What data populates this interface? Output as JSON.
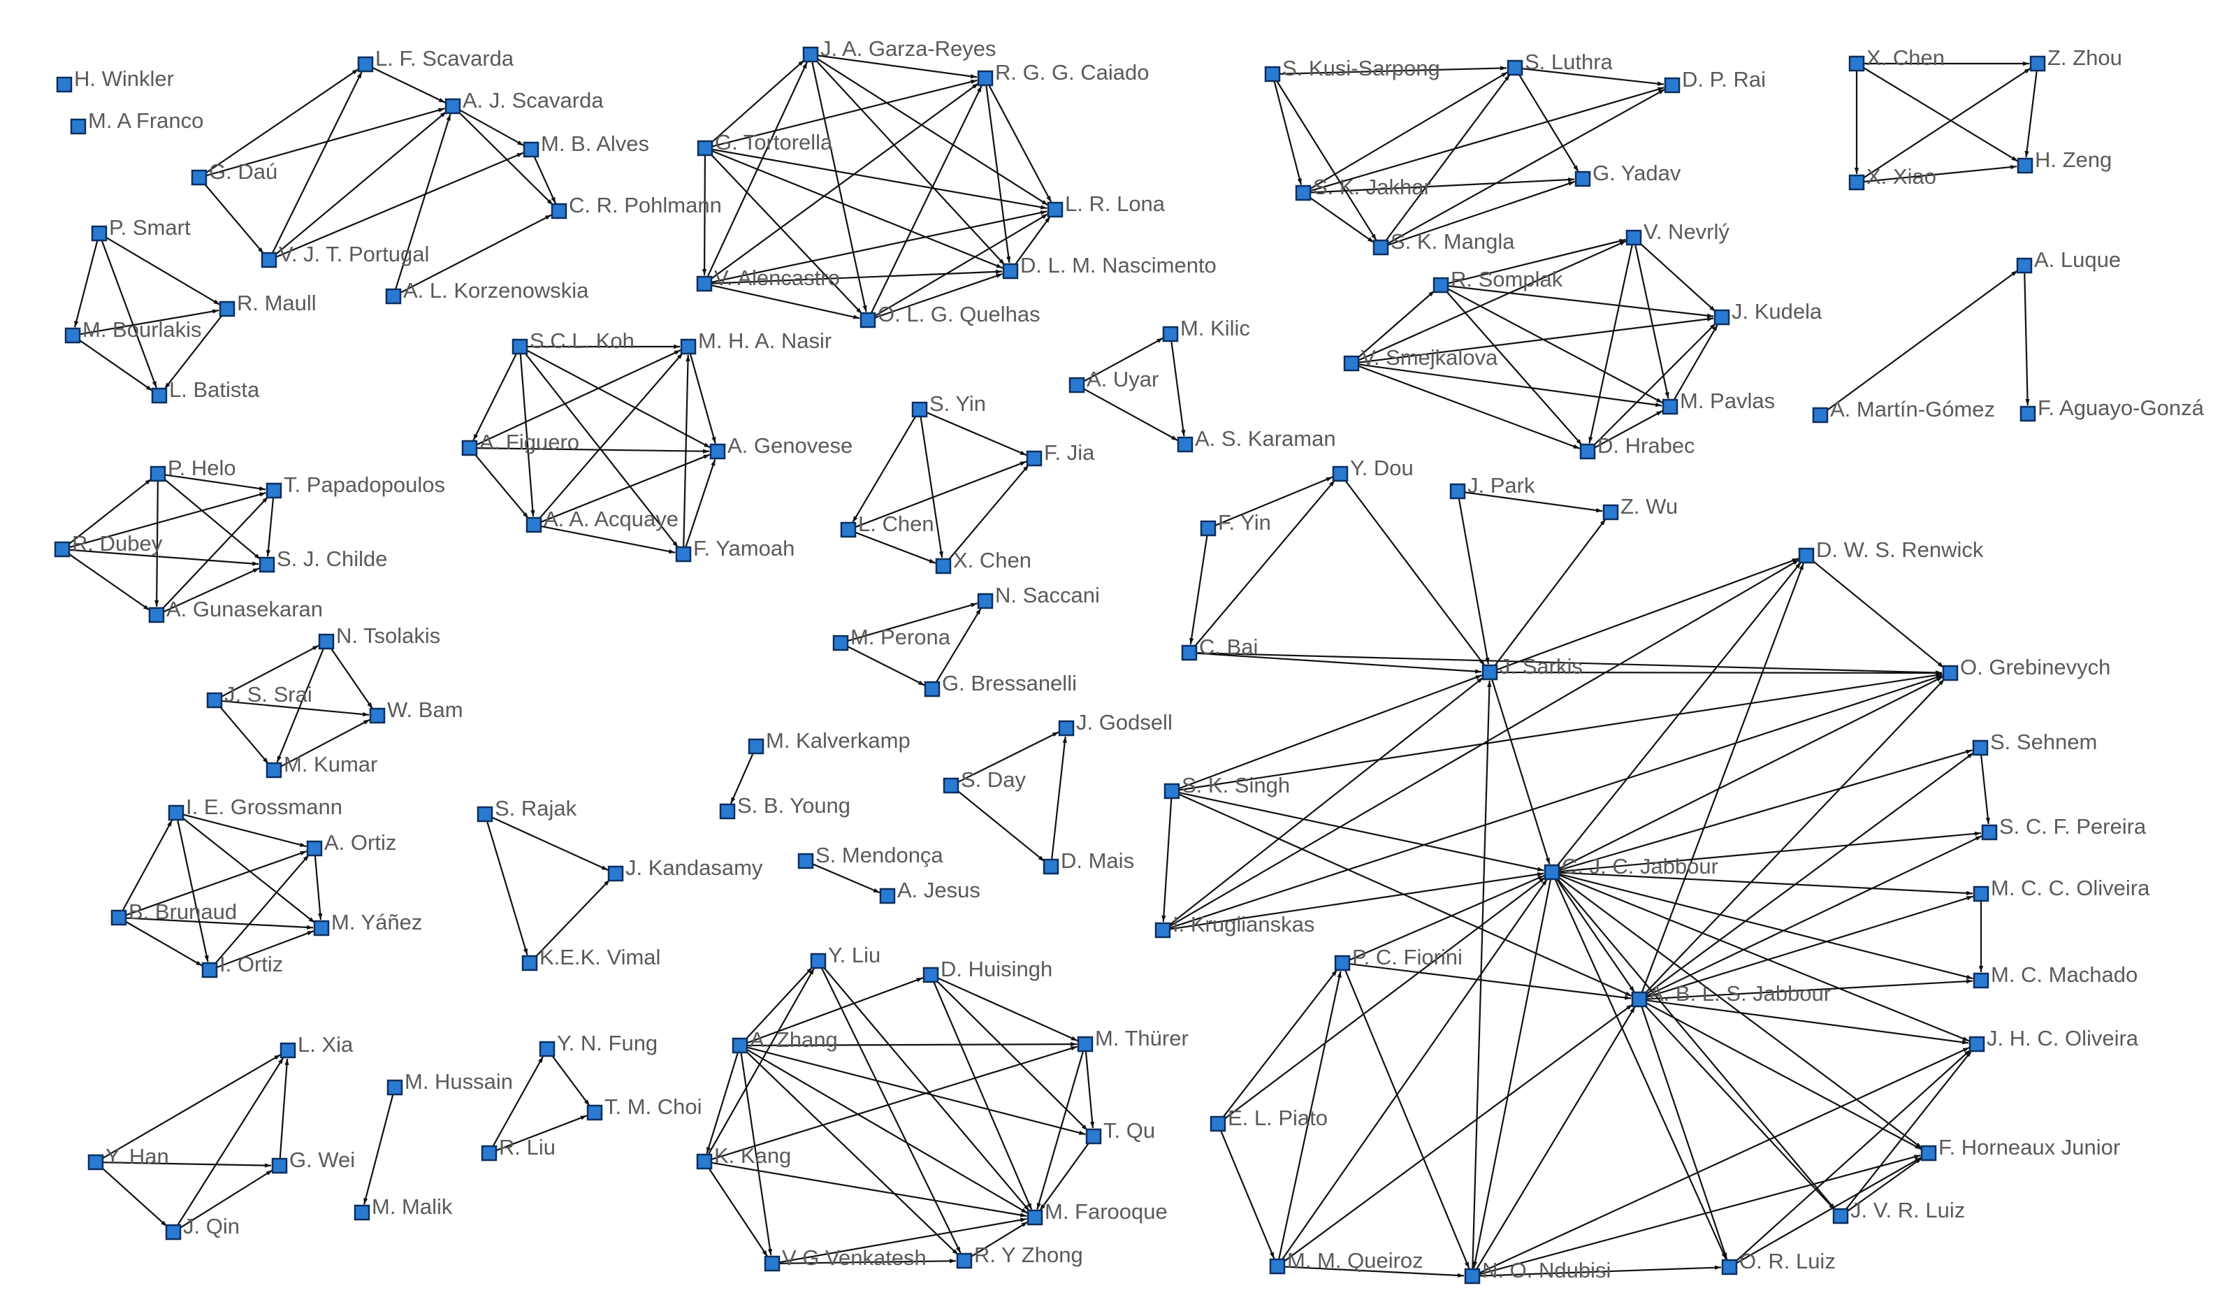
{
  "diagram": {
    "type": "co-authorship network",
    "node_color": "#2a7ad2",
    "edge_color": "#111111",
    "label_color": "#5a5a5a"
  },
  "nodes": [
    {
      "id": "hwinkler",
      "label": "H. Winkler"
    },
    {
      "id": "mfranco",
      "label": "M. A Franco"
    },
    {
      "id": "lfscavarda",
      "label": "L. F. Scavarda"
    },
    {
      "id": "ajscavarda",
      "label": "A. J. Scavarda"
    },
    {
      "id": "gdau",
      "label": "G. Daú"
    },
    {
      "id": "mbalves",
      "label": "M. B. Alves"
    },
    {
      "id": "crpohlmann",
      "label": "C. R. Pohlmann"
    },
    {
      "id": "vjtportugal",
      "label": "V. J. T. Portugal"
    },
    {
      "id": "alkorzenowskia",
      "label": "A. L. Korzenowskia"
    },
    {
      "id": "psmart",
      "label": "P. Smart"
    },
    {
      "id": "rmaull",
      "label": "R. Maull"
    },
    {
      "id": "mbourlakis",
      "label": "M. Bourlakis"
    },
    {
      "id": "lbatista",
      "label": "L. Batista"
    },
    {
      "id": "phelo",
      "label": "P. Helo"
    },
    {
      "id": "tpapadopoulos",
      "label": "T. Papadopoulos"
    },
    {
      "id": "rdubey",
      "label": "R. Dubey"
    },
    {
      "id": "sjchilde",
      "label": "S. J. Childe"
    },
    {
      "id": "agunasekaran",
      "label": "A. Gunasekaran"
    },
    {
      "id": "ntsolakis",
      "label": "N. Tsolakis"
    },
    {
      "id": "jssrai",
      "label": "J. S. Srai"
    },
    {
      "id": "wbam",
      "label": "W. Bam"
    },
    {
      "id": "mkumar",
      "label": "M. Kumar"
    },
    {
      "id": "iegrossmann",
      "label": "I. E. Grossmann"
    },
    {
      "id": "aortiz",
      "label": "A. Ortiz"
    },
    {
      "id": "bbrunaud",
      "label": "B. Brunaud"
    },
    {
      "id": "myanez",
      "label": "M. Yáñez"
    },
    {
      "id": "iortiz",
      "label": "I. Ortiz"
    },
    {
      "id": "lxia",
      "label": "L. Xia"
    },
    {
      "id": "yhan",
      "label": "Y. Han"
    },
    {
      "id": "gwei",
      "label": "G. Wei"
    },
    {
      "id": "jqin",
      "label": "J. Qin"
    },
    {
      "id": "mhussain",
      "label": "M. Hussain"
    },
    {
      "id": "mmalik",
      "label": "M. Malik"
    },
    {
      "id": "ynfung",
      "label": "Y. N. Fung"
    },
    {
      "id": "tmchoi",
      "label": "T. M. Choi"
    },
    {
      "id": "rliu",
      "label": "R. Liu"
    },
    {
      "id": "srajak",
      "label": "S. Rajak"
    },
    {
      "id": "jkandasamy",
      "label": "J. Kandasamy"
    },
    {
      "id": "kekvimal",
      "label": "K.E.K. Vimal"
    },
    {
      "id": "sclkoh",
      "label": "S.C.L. Koh"
    },
    {
      "id": "mhanasir",
      "label": "M. H. A. Nasir"
    },
    {
      "id": "afiguero",
      "label": "A. Figuero"
    },
    {
      "id": "agenovese",
      "label": "A. Genovese"
    },
    {
      "id": "aaacquaye",
      "label": "A. A. Acquaye"
    },
    {
      "id": "fyamoah",
      "label": "F. Yamoah"
    },
    {
      "id": "jagarzareyes",
      "label": "J. A. Garza-Reyes"
    },
    {
      "id": "rggcaiado",
      "label": "R. G. G. Caiado"
    },
    {
      "id": "gtortorella",
      "label": "G. Tortorella"
    },
    {
      "id": "lrlona",
      "label": "L. R. Lona"
    },
    {
      "id": "valencastro",
      "label": "V. Alencastro"
    },
    {
      "id": "dlmnascimento",
      "label": "D. L. M. Nascimento"
    },
    {
      "id": "olgquelhas",
      "label": "O. L. G. Quelhas"
    },
    {
      "id": "mkalverkamp",
      "label": "M. Kalverkamp"
    },
    {
      "id": "sbyoung",
      "label": "S. B. Young"
    },
    {
      "id": "smendonca",
      "label": "S. Mendonça"
    },
    {
      "id": "ajesus",
      "label": "A. Jesus"
    },
    {
      "id": "syin",
      "label": "S. Yin"
    },
    {
      "id": "fjia",
      "label": "F. Jia"
    },
    {
      "id": "lchen",
      "label": "L. Chen"
    },
    {
      "id": "xchen1",
      "label": "X. Chen"
    },
    {
      "id": "nsaccani",
      "label": "N. Saccani"
    },
    {
      "id": "mperona",
      "label": "M. Perona"
    },
    {
      "id": "gbressanelli",
      "label": "G. Bressanelli"
    },
    {
      "id": "jgodsell",
      "label": "J. Godsell"
    },
    {
      "id": "sday",
      "label": "S. Day"
    },
    {
      "id": "dmais",
      "label": "D. Mais"
    },
    {
      "id": "yliu",
      "label": "Y. Liu"
    },
    {
      "id": "dhuisingh",
      "label": "D. Huisingh"
    },
    {
      "id": "azhang",
      "label": "A. Zhang"
    },
    {
      "id": "mthurer",
      "label": "M. Thürer"
    },
    {
      "id": "tqu",
      "label": "T. Qu"
    },
    {
      "id": "kkang",
      "label": "K. Kang"
    },
    {
      "id": "mfarooque",
      "label": "M. Farooque"
    },
    {
      "id": "vgvenkatesh",
      "label": "V G Venkatesh"
    },
    {
      "id": "ryzhong",
      "label": "R. Y Zhong"
    },
    {
      "id": "mkilic",
      "label": "M. Kilic"
    },
    {
      "id": "auyar",
      "label": "A. Uyar"
    },
    {
      "id": "askaraman",
      "label": "A. S. Karaman"
    },
    {
      "id": "skusisarpong",
      "label": "S. Kusi-Sarpong"
    },
    {
      "id": "sluthra",
      "label": "S. Luthra"
    },
    {
      "id": "dprai",
      "label": "D. P. Rai"
    },
    {
      "id": "skjakhar",
      "label": "S. K. Jakhar"
    },
    {
      "id": "gyadav",
      "label": "G. Yadav"
    },
    {
      "id": "skmangla",
      "label": "S. K. Mangla"
    },
    {
      "id": "xchen2",
      "label": "X. Chen"
    },
    {
      "id": "zzhou",
      "label": "Z. Zhou"
    },
    {
      "id": "xxiao",
      "label": "X. Xiao"
    },
    {
      "id": "hzeng",
      "label": "H. Zeng"
    },
    {
      "id": "vnevrly",
      "label": "V. Nevrlý"
    },
    {
      "id": "rsomplak",
      "label": "R. Somplak"
    },
    {
      "id": "jkudela",
      "label": "J. Kudela"
    },
    {
      "id": "vsmejkalova",
      "label": "V. Smejkalova"
    },
    {
      "id": "mpavlas",
      "label": "M. Pavlas"
    },
    {
      "id": "dhrabec",
      "label": "D. Hrabec"
    },
    {
      "id": "aluque",
      "label": "A. Luque"
    },
    {
      "id": "amartingomez",
      "label": "A. Martín-Gómez"
    },
    {
      "id": "faguayogonza",
      "label": "F. Aguayo-Gonzá"
    },
    {
      "id": "ydou",
      "label": "Y. Dou"
    },
    {
      "id": "jpark",
      "label": "J. Park"
    },
    {
      "id": "zwu",
      "label": "Z. Wu"
    },
    {
      "id": "fyin",
      "label": "F. Yin"
    },
    {
      "id": "dwsrenwick",
      "label": "D. W. S. Renwick"
    },
    {
      "id": "cbai",
      "label": "C. Bai"
    },
    {
      "id": "jsarkis",
      "label": "J. Sarkis"
    },
    {
      "id": "ogrebinevych",
      "label": "O. Grebinevych"
    },
    {
      "id": "sksingh",
      "label": "S. K. Singh"
    },
    {
      "id": "ssehnem",
      "label": "S. Sehnem"
    },
    {
      "id": "scfpereira",
      "label": "S. C. F. Pereira"
    },
    {
      "id": "cjcjabbour",
      "label": "C. J. C. Jabbour"
    },
    {
      "id": "mccoliveira",
      "label": "M. C. C. Oliveira"
    },
    {
      "id": "ikruglianskas",
      "label": "I. Kruglianskas"
    },
    {
      "id": "pcfiorini",
      "label": "P. C. Fiorini"
    },
    {
      "id": "ablsjabbour",
      "label": "A. B. L. S. Jabbour"
    },
    {
      "id": "mcmachado",
      "label": "M. C. Machado"
    },
    {
      "id": "jhcoliveira",
      "label": "J. H. C. Oliveira"
    },
    {
      "id": "elpiato",
      "label": "E. L. Piato"
    },
    {
      "id": "fhorneauxjunior",
      "label": "F. Horneaux Junior"
    },
    {
      "id": "jvrluiz",
      "label": "J. V. R. Luiz"
    },
    {
      "id": "mmqueiroz",
      "label": "M. M. Queiroz"
    },
    {
      "id": "nondubisi",
      "label": "N. O. Ndubisi"
    },
    {
      "id": "orluiz",
      "label": "O. R. Luiz"
    }
  ]
}
